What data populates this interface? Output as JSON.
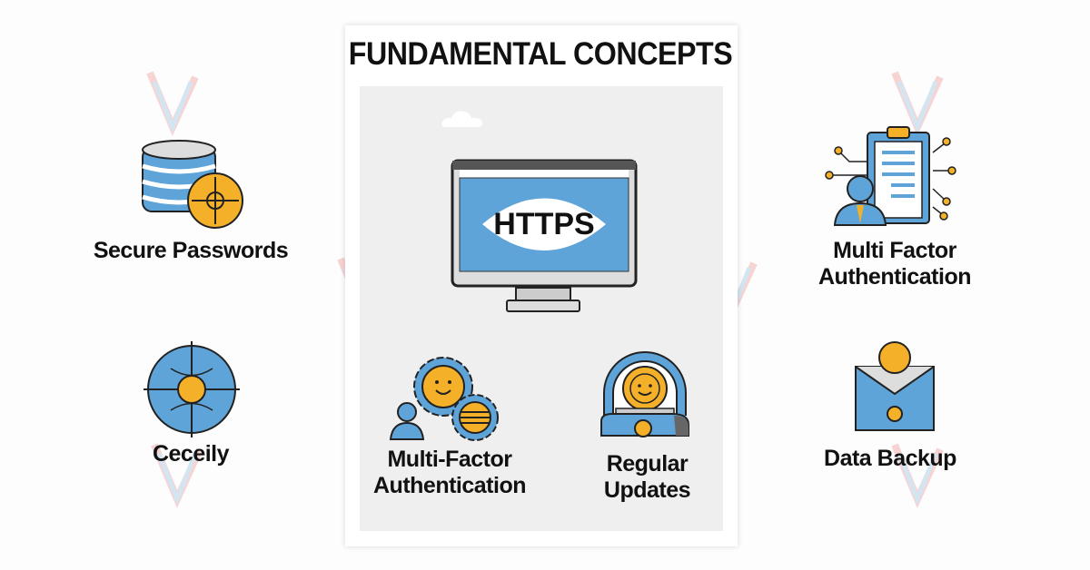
{
  "title": "FUNDAMENTAL CONCEPTS",
  "center": {
    "monitor_text": "HTTPS",
    "items": [
      {
        "line1": "Multi-Factor",
        "line2": "Authentication"
      },
      {
        "line1": "Regular",
        "line2": "Updates"
      }
    ]
  },
  "left": [
    {
      "label": "Secure Passwords"
    },
    {
      "label": "Ceceily"
    }
  ],
  "right": [
    {
      "line1": "Multi Factor",
      "line2": "Authentication"
    },
    {
      "label": "Data Backup"
    }
  ],
  "colors": {
    "blue": "#5fa4d8",
    "orange": "#f5b02a",
    "outline": "#222222",
    "panel": "#efefef"
  }
}
